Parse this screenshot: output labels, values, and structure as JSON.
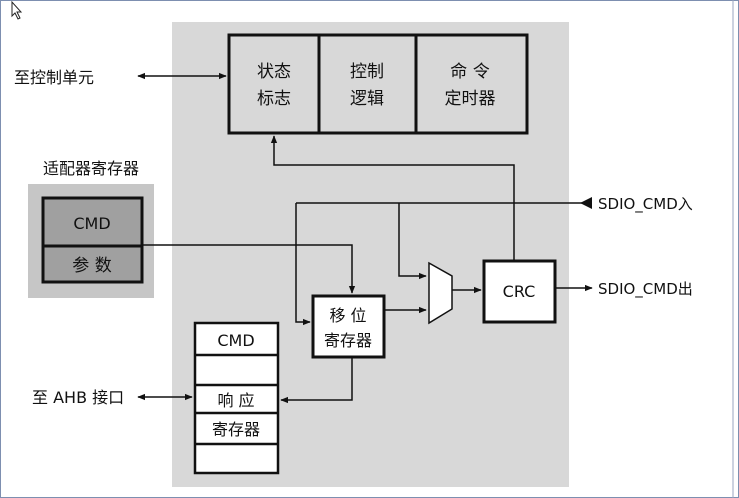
{
  "diagram": {
    "labels": {
      "to_control_unit": "至控制单元",
      "adapter_registers": "适配器寄存器",
      "adapter_cmd": "CMD",
      "adapter_args": "参 数",
      "status_flag_line1": "状态",
      "status_flag_line2": "标志",
      "control_logic_line1": "控制",
      "control_logic_line2": "逻辑",
      "cmd_timer_line1": "命 令",
      "cmd_timer_line2": "定时器",
      "sdio_cmd_in": "SDIO_CMD入",
      "sdio_cmd_out": "SDIO_CMD出",
      "crc": "CRC",
      "shift_reg_line1": "移 位",
      "shift_reg_line2": "寄存器",
      "resp_cmd": "CMD",
      "resp_line1": "响 应",
      "resp_line2": "寄存器",
      "to_ahb": "至 AHB 接口"
    },
    "colors": {
      "panel": "#d8d8d8",
      "adapter_panel": "#c6c6c6",
      "adapter_block": "#a0a0a0",
      "stroke": "#111111",
      "frame": "#7d8fb0"
    }
  }
}
